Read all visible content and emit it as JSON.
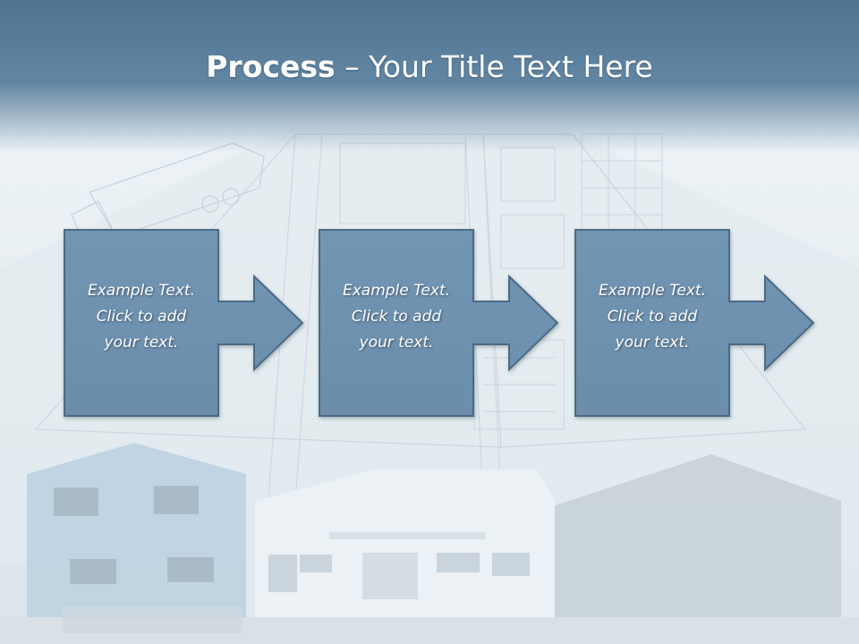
{
  "slide": {
    "title_bold": "Process",
    "title_rest": " – Your Title Text Here",
    "steps": [
      {
        "text": "Example Text.\nClick  to add\nyour text."
      },
      {
        "text": "Example Text.\nClick  to add\nyour text."
      },
      {
        "text": "Example Text.\nClick  to add\nyour text."
      }
    ]
  },
  "colors": {
    "title_band": "#5a7f9c",
    "step_fill": "#7094b2",
    "step_border": "#4b6a85",
    "text": "#ffffff"
  }
}
